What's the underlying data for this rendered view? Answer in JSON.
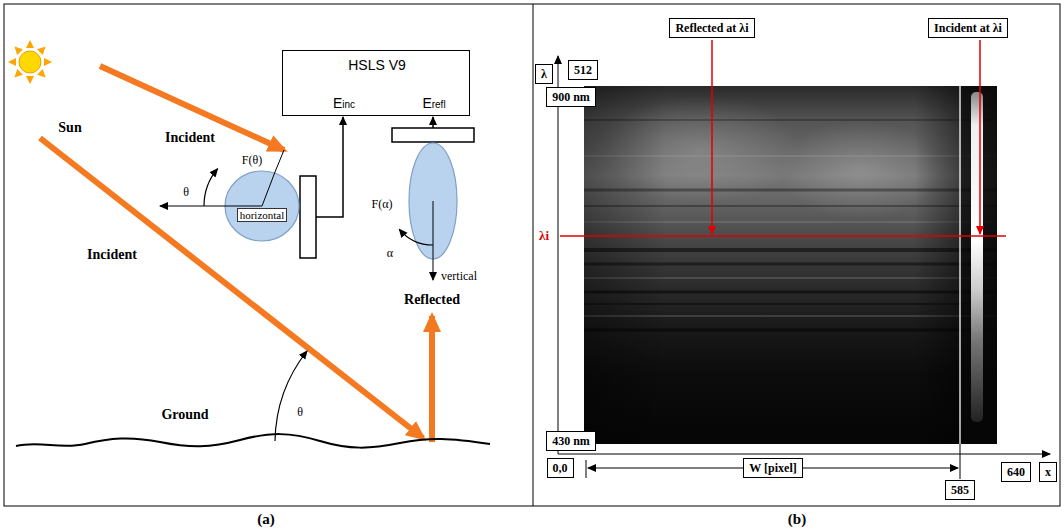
{
  "diagram": {
    "nodes": [
      {
        "text": [
          "HSLS V9",
          "Einc",
          "Erefl"
        ]
      },
      {
        "text": [
          "horizontal"
        ]
      },
      {
        "text": [
          "Reflected at λi"
        ]
      },
      {
        "text": [
          "Incident at λi"
        ]
      },
      {
        "text": [
          "λ"
        ]
      },
      {
        "text": [
          "512"
        ]
      },
      {
        "text": [
          "900 nm"
        ]
      },
      {
        "text": [
          "430 nm"
        ]
      },
      {
        "text": [
          "0,0"
        ]
      },
      {
        "text": [
          "W [pixel]"
        ]
      },
      {
        "text": [
          "585"
        ]
      },
      {
        "text": [
          "640"
        ]
      },
      {
        "text": [
          "x"
        ]
      }
    ],
    "labels": [
      "Sun",
      "Incident",
      "F(θ)",
      "θ",
      "F(α)",
      "α",
      "vertical",
      "Reflected",
      "Incident",
      "Ground",
      "θ",
      "λi",
      "(a)",
      "(b)"
    ]
  }
}
